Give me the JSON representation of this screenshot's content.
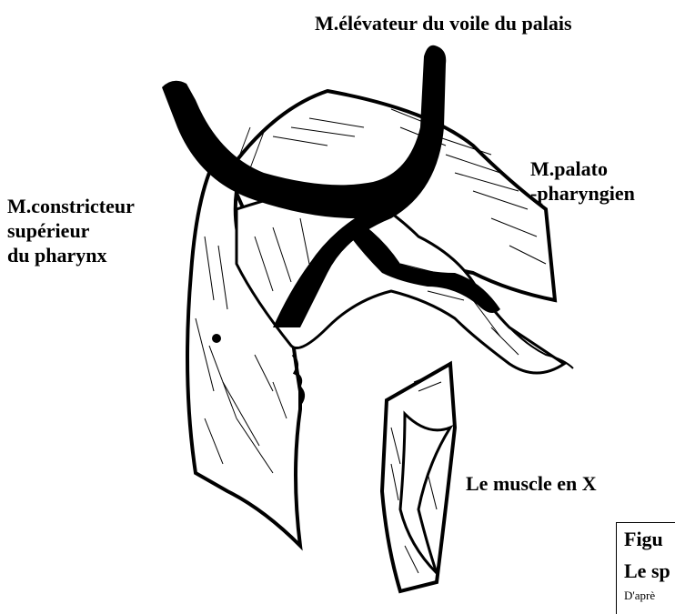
{
  "labels": {
    "elevateur": "M.élévateur du voile du palais",
    "palato": [
      "M.palato",
      "-pharyngien"
    ],
    "constricteur": [
      "M.constricteur",
      "supérieur",
      "du pharynx"
    ],
    "muscle_x": "Le muscle en X"
  },
  "caption": {
    "line1": "Figu",
    "line2": "Le sp",
    "line3": "D'aprè"
  }
}
